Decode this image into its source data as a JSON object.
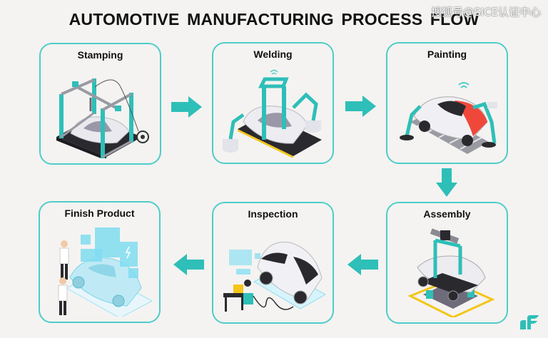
{
  "title": "AUTOMOTIVE  MANUFACTURING PROCESS FLOW",
  "watermark": "搜狐号@SICE认证中心",
  "colors": {
    "accent": "#2ebfb8",
    "card_border": "#4ecdc9",
    "background": "#f4f3f1",
    "paint_red": "#f0473b",
    "floor_yellow": "#f5c518"
  },
  "steps": [
    {
      "order": 1,
      "label": "Stamping",
      "icon": "stamping-gantry-illustration"
    },
    {
      "order": 2,
      "label": "Welding",
      "icon": "welding-robot-illustration"
    },
    {
      "order": 3,
      "label": "Painting",
      "icon": "painting-robot-illustration"
    },
    {
      "order": 4,
      "label": "Assembly",
      "icon": "assembly-lift-illustration"
    },
    {
      "order": 5,
      "label": "Inspection",
      "icon": "inspection-station-illustration"
    },
    {
      "order": 6,
      "label": "Finish Product",
      "icon": "finished-car-hologram-illustration"
    }
  ],
  "flow_arrows": [
    {
      "from": "Stamping",
      "to": "Welding",
      "direction": "right"
    },
    {
      "from": "Welding",
      "to": "Painting",
      "direction": "right"
    },
    {
      "from": "Painting",
      "to": "Assembly",
      "direction": "down"
    },
    {
      "from": "Assembly",
      "to": "Inspection",
      "direction": "left"
    },
    {
      "from": "Inspection",
      "to": "Finish Product",
      "direction": "left"
    }
  ],
  "logo": "brand-logo-icon"
}
